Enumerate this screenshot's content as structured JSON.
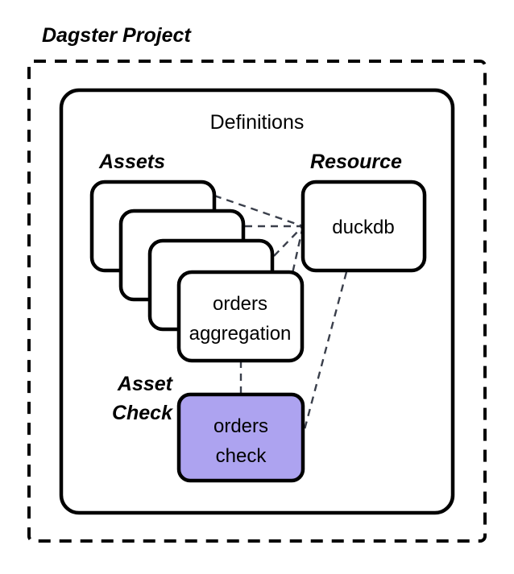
{
  "diagram": {
    "title": "Dagster Project",
    "container": {
      "label": "Definitions"
    },
    "groups": [
      {
        "id": "assets",
        "label": "Assets"
      },
      {
        "id": "resource",
        "label": "Resource"
      },
      {
        "id": "asset-check",
        "label_line1": "Asset",
        "label_line2": "Check"
      }
    ],
    "nodes": [
      {
        "id": "asset-card-1",
        "label": ""
      },
      {
        "id": "asset-card-2",
        "label": ""
      },
      {
        "id": "asset-card-3",
        "label": ""
      },
      {
        "id": "orders-aggregation",
        "label_line1": "orders",
        "label_line2": "aggregation"
      },
      {
        "id": "duckdb",
        "label": "duckdb"
      },
      {
        "id": "orders-check",
        "label_line1": "orders",
        "label_line2": "check"
      }
    ],
    "edges": [
      {
        "id": "edge-asset1-duckdb",
        "from": "asset-card-1",
        "to": "duckdb",
        "style": "dashed"
      },
      {
        "id": "edge-asset2-duckdb",
        "from": "asset-card-2",
        "to": "duckdb",
        "style": "dashed"
      },
      {
        "id": "edge-asset3-duckdb",
        "from": "asset-card-3",
        "to": "duckdb",
        "style": "dashed"
      },
      {
        "id": "edge-orders-aggregation-duckdb",
        "from": "orders-aggregation",
        "to": "duckdb",
        "style": "dashed"
      },
      {
        "id": "edge-orders-aggregation-orders-check",
        "from": "orders-aggregation",
        "to": "orders-check",
        "style": "dashed"
      },
      {
        "id": "edge-duckdb-orders-check",
        "from": "duckdb",
        "to": "orders-check",
        "style": "dashed"
      }
    ],
    "colors": {
      "background": "#ffffff",
      "stroke": "#000000",
      "node_fill": "#ffffff",
      "check_fill": "#ADA3F0",
      "edge": "#3a3f4b"
    }
  }
}
